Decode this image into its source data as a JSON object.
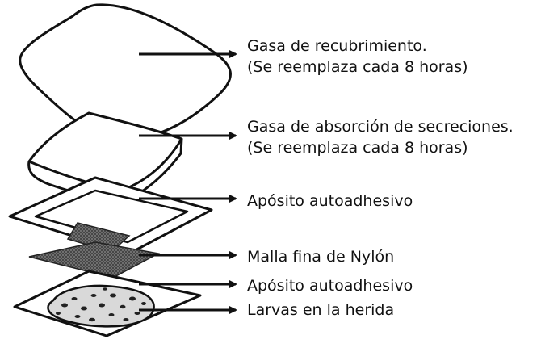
{
  "layers": [
    {
      "lines": [
        "Gasa de recubrimiento.",
        "(Se reemplaza cada 8 horas)"
      ]
    },
    {
      "lines": [
        "Gasa de absorción de secreciones.",
        "(Se reemplaza cada 8 horas)"
      ]
    },
    {
      "lines": [
        "Apósito autoadhesivo"
      ]
    },
    {
      "lines": [
        "Malla fina de Nylón"
      ]
    },
    {
      "lines": [
        "Apósito autoadhesivo"
      ]
    },
    {
      "lines": [
        "Larvas en la herida"
      ]
    }
  ]
}
